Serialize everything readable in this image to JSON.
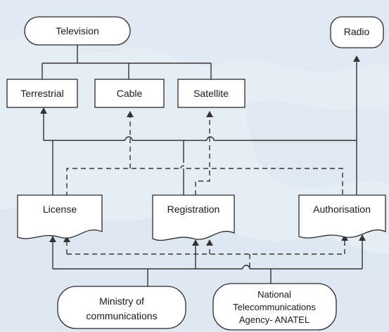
{
  "nodes": {
    "television": "Television",
    "radio": "Radio",
    "terrestrial": "Terrestrial",
    "cable": "Cable",
    "satellite": "Satellite",
    "license": "License",
    "registration": "Registration",
    "authorisation": "Authorisation",
    "ministry_line1": "Ministry of",
    "ministry_line2": "communications",
    "anatel_line1": "National",
    "anatel_line2": "Telecommunications",
    "anatel_line3": "Agency- ANATEL"
  },
  "colors": {
    "background": "#e6eef5",
    "box_fill": "#ffffff",
    "line": "#333333"
  }
}
